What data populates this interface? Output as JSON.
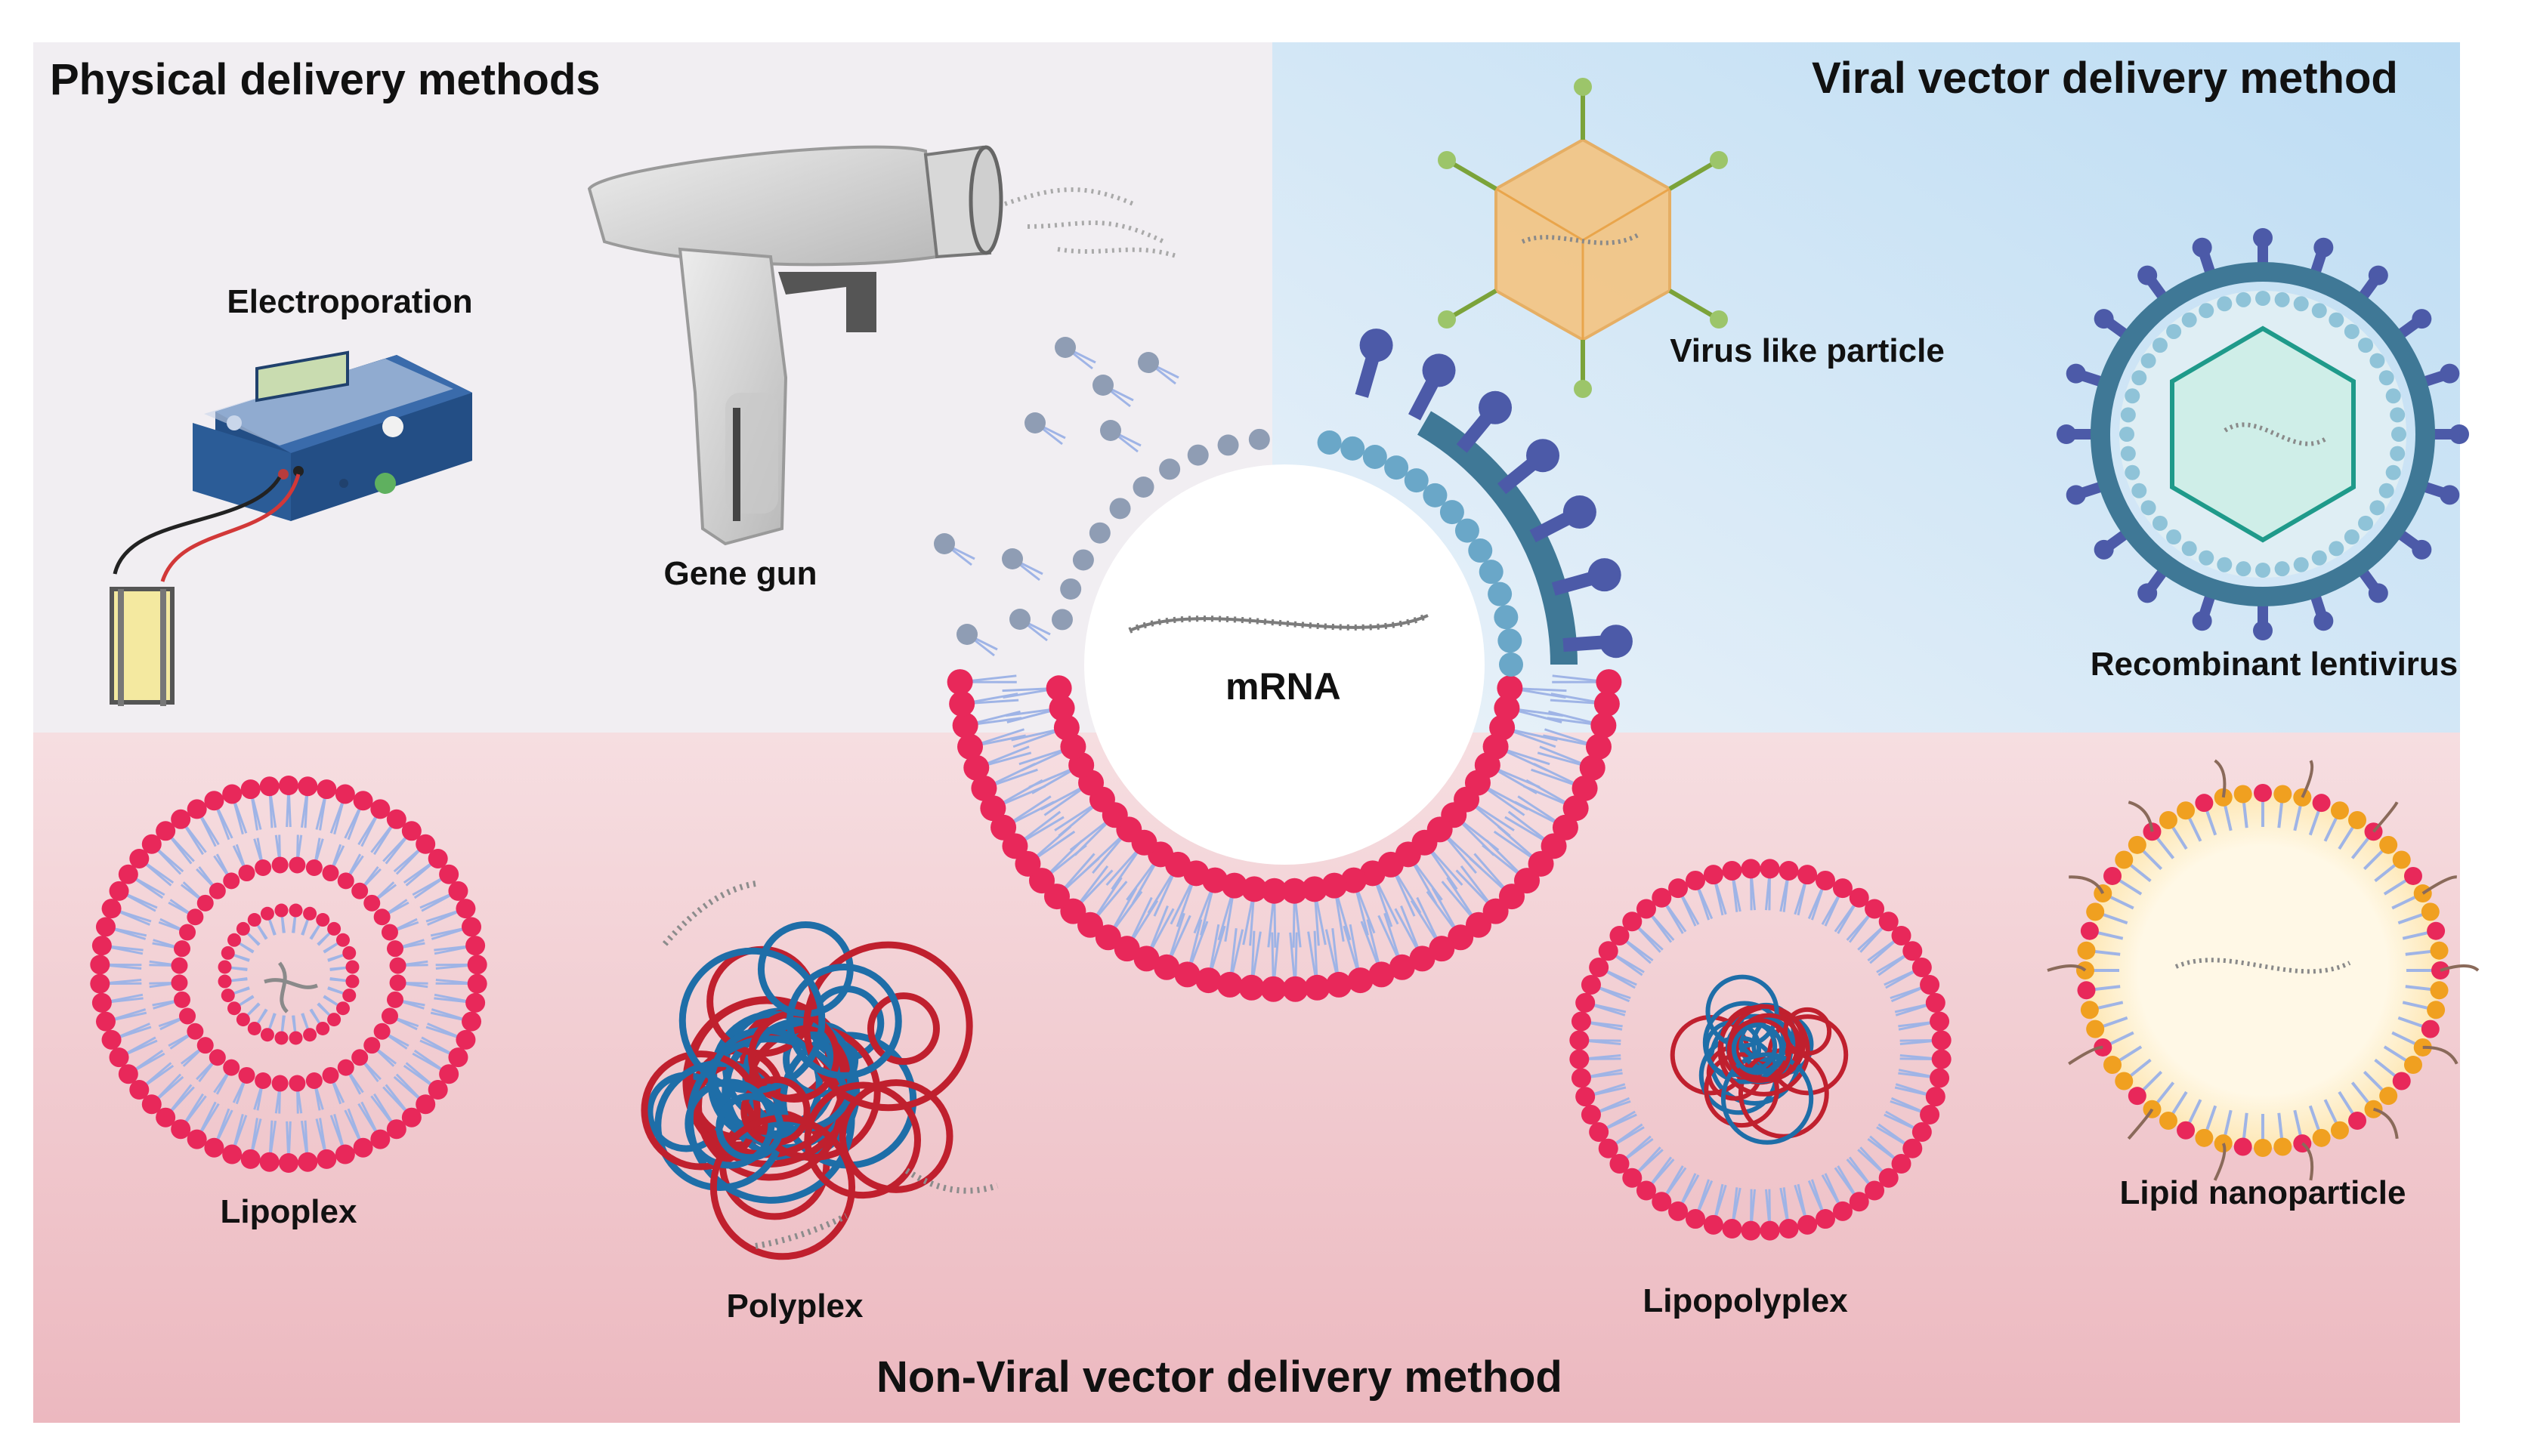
{
  "sections": {
    "physical": {
      "title": "Physical delivery methods",
      "bg": "#f1eef2"
    },
    "viral": {
      "title": "Viral vector delivery method",
      "bg_from": "#eaf2f9",
      "bg_to": "#bcdcf3"
    },
    "non_viral": {
      "title": "Non-Viral vector delivery method",
      "bg_from": "#f6dee1",
      "bg_to": "#ecb8bf"
    }
  },
  "center": {
    "label": "mRNA"
  },
  "items": {
    "electroporation": "Electroporation",
    "gene_gun": "Gene gun",
    "virus_like_particle": "Virus like particle",
    "recombinant_lentivirus": "Recombinant lentivirus",
    "lipoplex": "Lipoplex",
    "polyplex": "Polyplex",
    "lipopolyplex": "Lipopolyplex",
    "lipid_nanoparticle": "Lipid nanoparticle"
  },
  "colors": {
    "lipid_head": "#e8285a",
    "lipid_tail": "#9fb4e6",
    "envelope": "#3f7896",
    "spike": "#4c5aa8",
    "capsid": "#f6c27a",
    "polymer_red": "#c0202e",
    "polymer_blue": "#1e6ea8",
    "rna": "#8c8c8c",
    "lnp_orange": "#f0a020"
  }
}
